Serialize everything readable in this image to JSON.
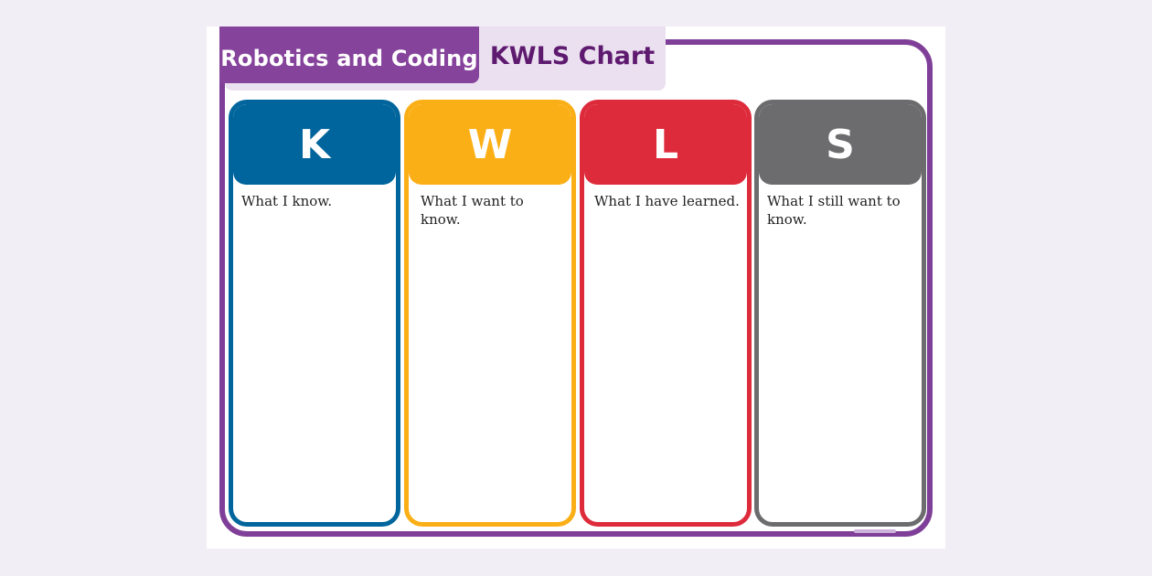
{
  "header": {
    "subject": "Robotics and Coding",
    "title": "KWLS Chart"
  },
  "columns": [
    {
      "letter": "K",
      "description": "What I know.",
      "color": "#00659c"
    },
    {
      "letter": "W",
      "description": "What I want to know.",
      "color": "#fbaf17"
    },
    {
      "letter": "L",
      "description": "What I have learned.",
      "color": "#de2b3c"
    },
    {
      "letter": "S",
      "description": "What I still want to know.",
      "color": "#6c6c6e"
    }
  ],
  "colors": {
    "frame": "#7f3f98",
    "subject_tab": "#86439c",
    "title_tab_bg": "#ebe0f0",
    "title_text": "#5e1a6f",
    "page_bg": "#f1eef6"
  }
}
